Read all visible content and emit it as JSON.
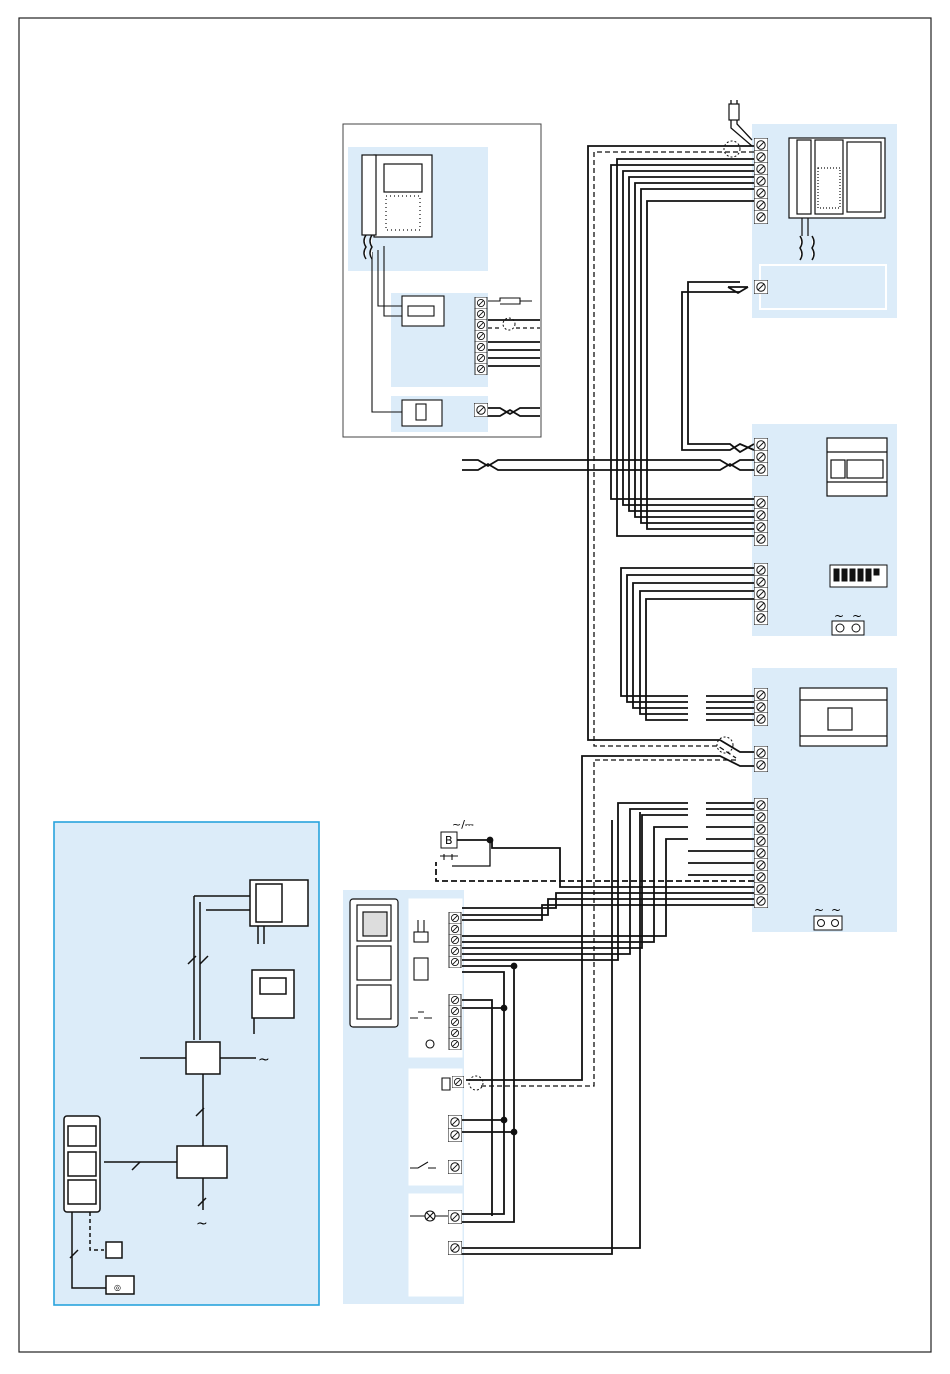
{
  "labels": {
    "ac_symbol": "~",
    "acdc_symbol": "~/⎓",
    "lock_letter": "B",
    "mini_lock_glyph": "◎"
  },
  "colors": {
    "panel_fill": "#dcecf9",
    "inset_border": "#29a3dd",
    "line": "#111111",
    "device_fill": "#ffffff",
    "sheet_border": "#222222"
  },
  "regions": {
    "intercom_panel": "main-top-right",
    "power_supply_panel": "main-middle-right",
    "distributor_panel": "main-lower-right",
    "door_station_panel": "main-bottom-left",
    "monitor_inset": "top-center",
    "overview_inset": "bottom-left"
  }
}
